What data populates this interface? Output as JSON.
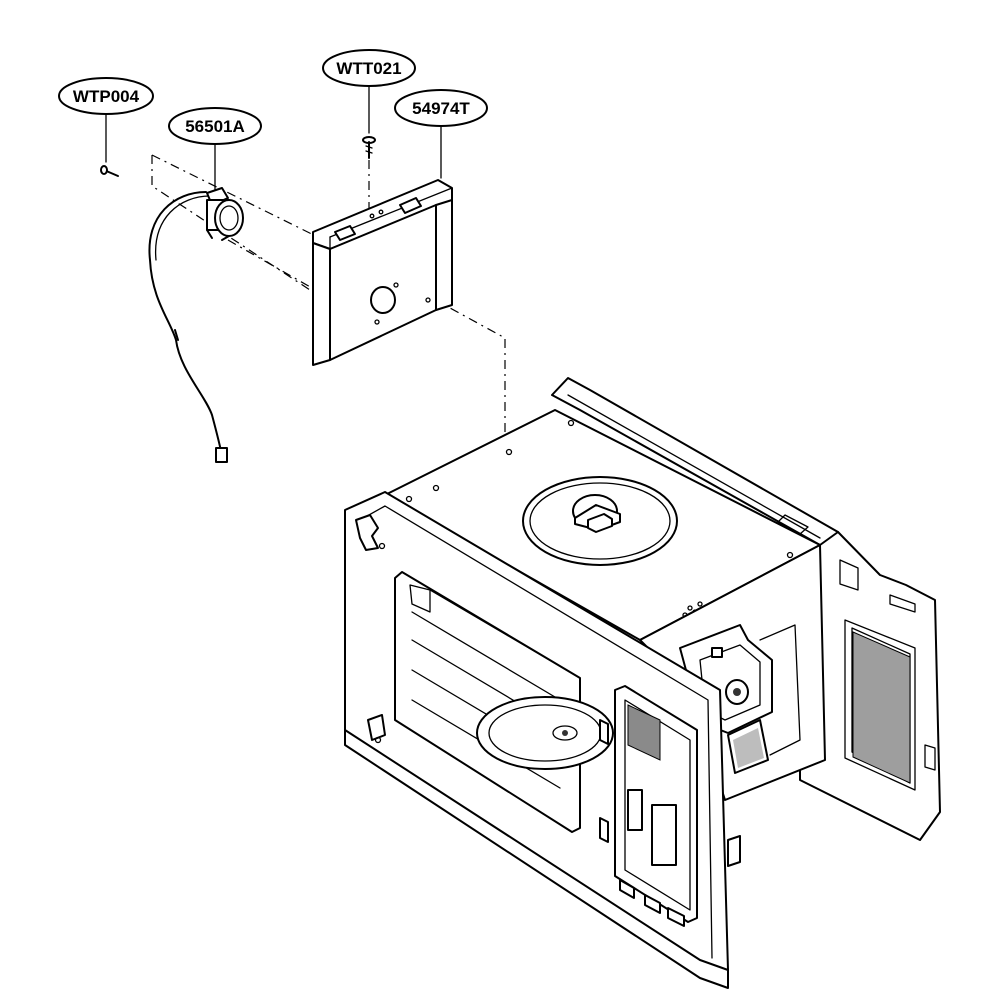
{
  "callouts": {
    "wtp004": "WTP004",
    "p56501a": "56501A",
    "wtt021": "WTT021",
    "p54974t": "54974T"
  },
  "colors": {
    "line": "#000000",
    "background": "#ffffff",
    "shade": "#bdbdbd"
  }
}
